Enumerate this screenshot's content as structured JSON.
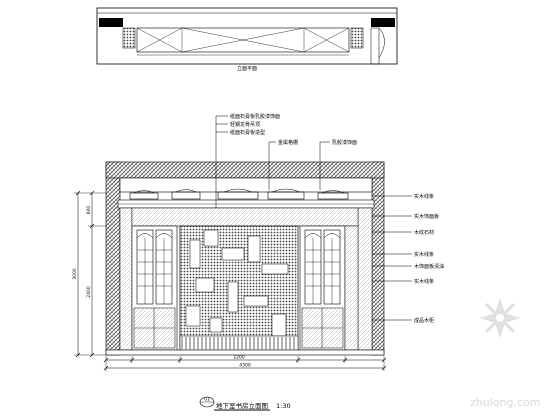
{
  "top_callouts": [
    "纸面石膏板乳胶漆饰面",
    "轻钢龙骨吊顶",
    "纸面石膏板造型",
    "金属格栅",
    "乳胶漆饰面"
  ],
  "right_callouts": [
    "实木线条",
    "实木饰面板",
    "木纹石材",
    "实木线条",
    "木饰面板清油",
    "实木线条",
    "成品木柜"
  ],
  "dimensions": {
    "height_total": "3000",
    "height_mid": "2400",
    "height_top": "600",
    "width_center": "2200",
    "width_total": "4300"
  },
  "plan_label": "立面平面",
  "drawing_title": "地下室书房立面图",
  "drawing_scale": "1:30",
  "drawing_number": "01",
  "colors": {
    "line": "#000000",
    "hatch": "#6a6a6a",
    "watermark": "#b9b9b9"
  },
  "watermark": {
    "icon": "zhulong-logo-icon",
    "text": "zhulong.com"
  }
}
